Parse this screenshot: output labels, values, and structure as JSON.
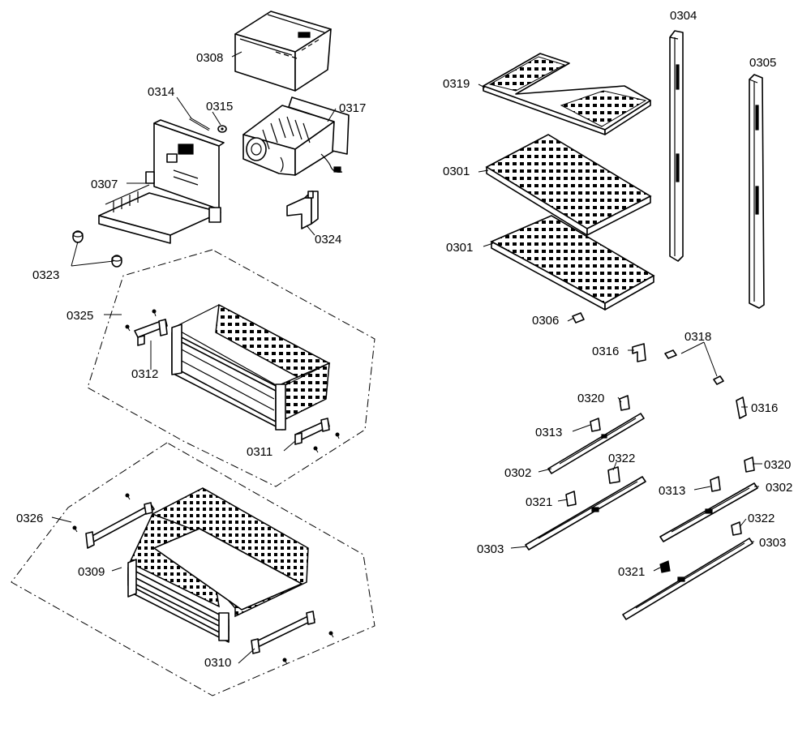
{
  "labels": {
    "p0304": "0304",
    "p0305": "0305",
    "p0308": "0308",
    "p0314": "0314",
    "p0315": "0315",
    "p0317": "0317",
    "p0319": "0319",
    "p0307": "0307",
    "p0301a": "0301",
    "p0301b": "0301",
    "p0324": "0324",
    "p0323": "0323",
    "p0325": "0325",
    "p0306": "0306",
    "p0312": "0312",
    "p0316a": "0316",
    "p0318": "0318",
    "p0320a": "0320",
    "p0316b": "0316",
    "p0313a": "0313",
    "p0311": "0311",
    "p0302a": "0302",
    "p0322a": "0322",
    "p0320b": "0320",
    "p0321a": "0321",
    "p0313b": "0313",
    "p0302b": "0302",
    "p0326": "0326",
    "p0322b": "0322",
    "p0303a": "0303",
    "p0303b": "0303",
    "p0309": "0309",
    "p0321b": "0321",
    "p0310": "0310"
  }
}
